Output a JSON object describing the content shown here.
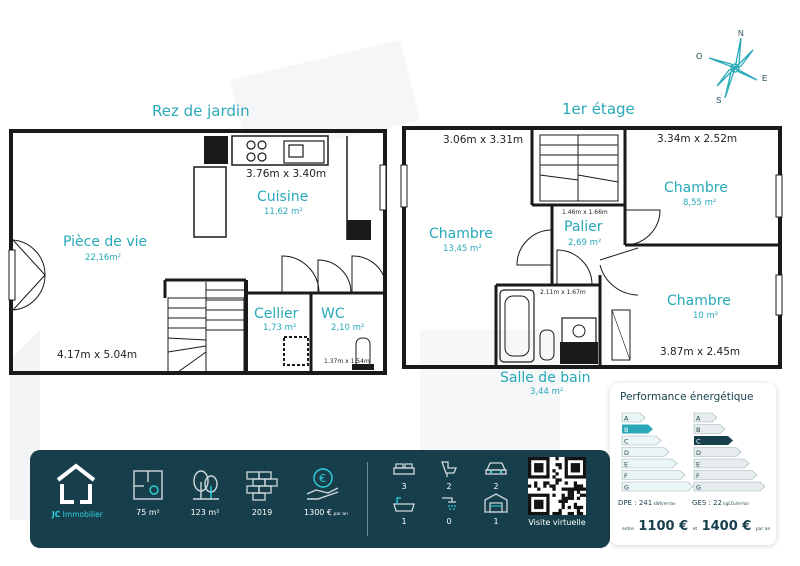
{
  "floors": {
    "ground": {
      "title": "Rez de jardin",
      "rooms": {
        "living": {
          "name": "Pièce de vie",
          "area": "22,16m²",
          "dims": "4.17m x 5.04m"
        },
        "kitchen": {
          "name": "Cuisine",
          "area": "11,62 m²",
          "dims": "3.76m x 3.40m"
        },
        "cellar": {
          "name": "Cellier",
          "area": "1,73 m²"
        },
        "wc": {
          "name": "WC",
          "area": "2,10 m²",
          "dims": "1.37m x 1.54m"
        }
      }
    },
    "first": {
      "title": "1er étage",
      "rooms": {
        "bedroom1": {
          "name": "Chambre",
          "area": "13,45 m²",
          "dims": "3.06m x 3.31m"
        },
        "landing": {
          "name": "Palier",
          "area": "2,69 m²",
          "dims": "1.46m x 1.66m"
        },
        "bedroom2": {
          "name": "Chambre",
          "area": "8,55 m²",
          "dims": "3.34m x 2.52m"
        },
        "bedroom3": {
          "name": "Chambre",
          "area": "10 m²",
          "dims": "3.87m x 2.45m"
        },
        "bathroom": {
          "name": "Salle de bain",
          "area": "3,44 m²",
          "dims": "2.11m x 1.67m"
        }
      }
    }
  },
  "compass": {
    "n": "N",
    "e": "E",
    "s": "S",
    "o": "O"
  },
  "brand": {
    "prefix": "JC",
    "suffix": " Immobilier"
  },
  "stats": [
    {
      "icon": "floor-plan-icon",
      "value": "75 m²"
    },
    {
      "icon": "tree-icon",
      "value": "123 m²"
    },
    {
      "icon": "brick-wall-icon",
      "value": "2019"
    },
    {
      "icon": "euro-hand-icon",
      "value": "1300 €",
      "suffix": " par an"
    }
  ],
  "features": [
    {
      "icon": "bed-icon",
      "value": "3"
    },
    {
      "icon": "toilet-icon",
      "value": "2"
    },
    {
      "icon": "car-icon",
      "value": "2"
    },
    {
      "icon": "bathtub-icon",
      "value": "1"
    },
    {
      "icon": "shower-icon",
      "value": "0"
    },
    {
      "icon": "garage-icon",
      "value": "1"
    }
  ],
  "qr": {
    "label": "Visite virtuelle"
  },
  "performance": {
    "title": "Performance énergétique",
    "letters": [
      "A",
      "B",
      "C",
      "D",
      "E",
      "F",
      "G"
    ],
    "dpe_active": "B",
    "ges_active": "C",
    "dpe_label": "DPE : 241",
    "dpe_unit": " kWh/m²/an",
    "ges_label": "GES : 22",
    "ges_unit": " kgCO₂/m²/an",
    "price_low_prefix": "entre",
    "price_low": "1100 €",
    "price_mid": "et",
    "price_high": "1400 €",
    "price_suffix": "par an",
    "colors": {
      "dpe": [
        "#eaf5f6",
        "#2aaab9",
        "#eaf5f6",
        "#eaf5f6",
        "#eaf5f6",
        "#eaf5f6",
        "#eaf5f6"
      ],
      "ges": [
        "#e7ecee",
        "#e7ecee",
        "#173f4b",
        "#e7ecee",
        "#e7ecee",
        "#e7ecee",
        "#e7ecee"
      ]
    }
  },
  "colors": {
    "accent": "#2aaab9",
    "dark": "#173f4b",
    "wall": "#1a1a1a"
  }
}
